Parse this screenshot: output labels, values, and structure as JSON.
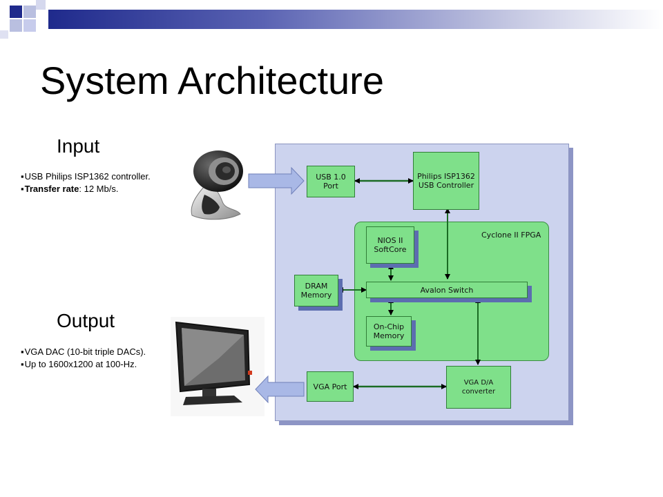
{
  "slide": {
    "title": "System Architecture",
    "input": {
      "heading": "Input",
      "bullet1": "USB Philips ISP1362 controller.",
      "bullet2_bold": "Transfer rate",
      "bullet2_rest": ": 12 Mb/s."
    },
    "output": {
      "heading": "Output",
      "bullet1": "VGA DAC (10-bit triple DACs).",
      "bullet2": "Up to 1600x1200 at 100-Hz."
    }
  },
  "diagram": {
    "usb_port_line1": "USB 1.0",
    "usb_port_line2": "Port",
    "philips_line1": "Philips ISP1362",
    "philips_line2": "USB Controller",
    "fpga_label": "Cyclone II FPGA",
    "nios_line1": "NIOS II",
    "nios_line2": "SoftCore",
    "dram_line1": "DRAM",
    "dram_line2": "Memory",
    "avalon": "Avalon Switch",
    "onchip_line1": "On-Chip",
    "onchip_line2": "Memory",
    "vga_port": "VGA Port",
    "vga_da_line1": "VGA D/A",
    "vga_da_line2": "converter"
  },
  "colors": {
    "block_green": "#7fe08a",
    "board_blue": "#ccd3ee",
    "header_navy": "#1f2a8c",
    "arrow_blue": "#a9b8e6"
  },
  "icons": [
    "webcam-icon",
    "monitor-icon"
  ]
}
